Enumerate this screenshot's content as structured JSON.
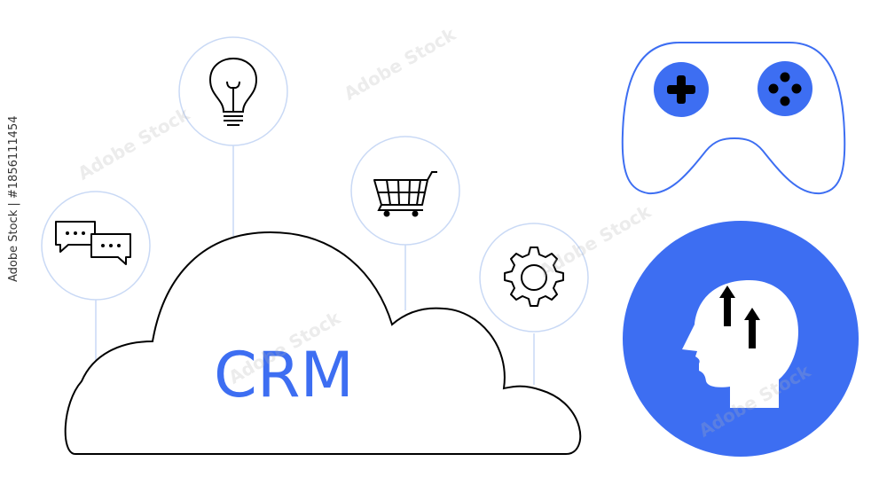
{
  "cloud": {
    "label": "CRM"
  },
  "watermark": {
    "text": "Adobe Stock"
  },
  "stock_id": "#1856111454",
  "icons": [
    "chat-bubbles-icon",
    "lightbulb-icon",
    "shopping-cart-icon",
    "gear-icon",
    "game-controller-icon",
    "head-growth-icon"
  ],
  "colors": {
    "accent": "#3d6ef2",
    "line": "#000000",
    "connector": "#c9d9f5"
  }
}
